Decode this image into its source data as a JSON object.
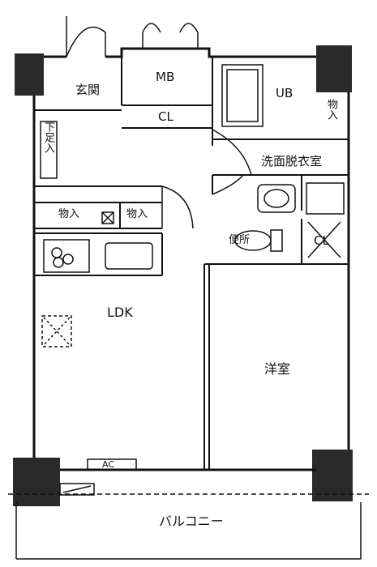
{
  "floorplan": {
    "rooms": {
      "entrance": "玄関",
      "meter_box": "MB",
      "closet_hall": "CL",
      "unit_bath": "UB",
      "storage_right": "物入",
      "shoe_box": "下足入",
      "washroom": "洗面脱衣室",
      "storage_left": "物入",
      "storage_mid": "物入",
      "toilet": "便所",
      "closet_wc": "CL",
      "ldk": "LDK",
      "western_room": "洋室",
      "air_conditioner": "AC",
      "balcony": "バルコニー"
    }
  }
}
